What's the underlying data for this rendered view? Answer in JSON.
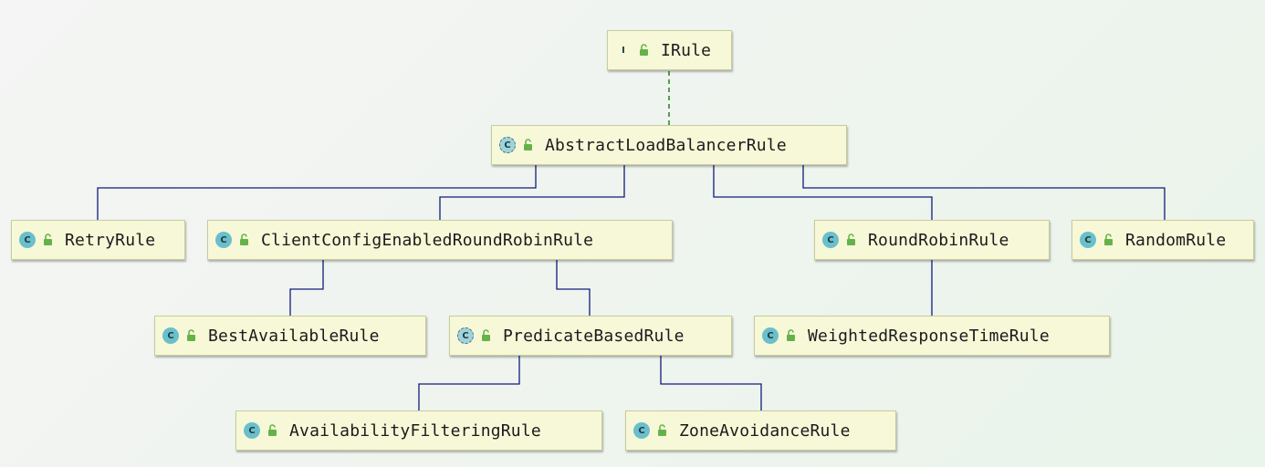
{
  "diagram": {
    "type": "class-hierarchy",
    "colors": {
      "implements_arrow": "#2e8b22",
      "extends_arrow": "#101c7a",
      "node_fill": "#f6f8d8",
      "node_border": "#c7cc9a",
      "class_icon": "#6bbfcc",
      "interface_icon": "#79b45c",
      "access_icon": "#66b24a"
    },
    "nodes": [
      {
        "id": "irule",
        "label": "IRule",
        "kind": "interface",
        "kind_letter": "I"
      },
      {
        "id": "abstract-load-balancer-rule",
        "label": "AbstractLoadBalancerRule",
        "kind": "abstract-class",
        "kind_letter": "C"
      },
      {
        "id": "retry-rule",
        "label": "RetryRule",
        "kind": "class",
        "kind_letter": "C"
      },
      {
        "id": "client-config-enabled-round-robin-rule",
        "label": "ClientConfigEnabledRoundRobinRule",
        "kind": "class",
        "kind_letter": "C"
      },
      {
        "id": "round-robin-rule",
        "label": "RoundRobinRule",
        "kind": "class",
        "kind_letter": "C"
      },
      {
        "id": "random-rule",
        "label": "RandomRule",
        "kind": "class",
        "kind_letter": "C"
      },
      {
        "id": "best-available-rule",
        "label": "BestAvailableRule",
        "kind": "class",
        "kind_letter": "C"
      },
      {
        "id": "predicate-based-rule",
        "label": "PredicateBasedRule",
        "kind": "abstract-class",
        "kind_letter": "C"
      },
      {
        "id": "weighted-response-time-rule",
        "label": "WeightedResponseTimeRule",
        "kind": "class",
        "kind_letter": "C"
      },
      {
        "id": "availability-filtering-rule",
        "label": "AvailabilityFilteringRule",
        "kind": "class",
        "kind_letter": "C"
      },
      {
        "id": "zone-avoidance-rule",
        "label": "ZoneAvoidanceRule",
        "kind": "class",
        "kind_letter": "C"
      }
    ],
    "edges": [
      {
        "from": "abstract-load-balancer-rule",
        "to": "irule",
        "relation": "implements"
      },
      {
        "from": "retry-rule",
        "to": "abstract-load-balancer-rule",
        "relation": "extends"
      },
      {
        "from": "client-config-enabled-round-robin-rule",
        "to": "abstract-load-balancer-rule",
        "relation": "extends"
      },
      {
        "from": "round-robin-rule",
        "to": "abstract-load-balancer-rule",
        "relation": "extends"
      },
      {
        "from": "random-rule",
        "to": "abstract-load-balancer-rule",
        "relation": "extends"
      },
      {
        "from": "best-available-rule",
        "to": "client-config-enabled-round-robin-rule",
        "relation": "extends"
      },
      {
        "from": "predicate-based-rule",
        "to": "client-config-enabled-round-robin-rule",
        "relation": "extends"
      },
      {
        "from": "weighted-response-time-rule",
        "to": "round-robin-rule",
        "relation": "extends"
      },
      {
        "from": "availability-filtering-rule",
        "to": "predicate-based-rule",
        "relation": "extends"
      },
      {
        "from": "zone-avoidance-rule",
        "to": "predicate-based-rule",
        "relation": "extends"
      }
    ]
  }
}
